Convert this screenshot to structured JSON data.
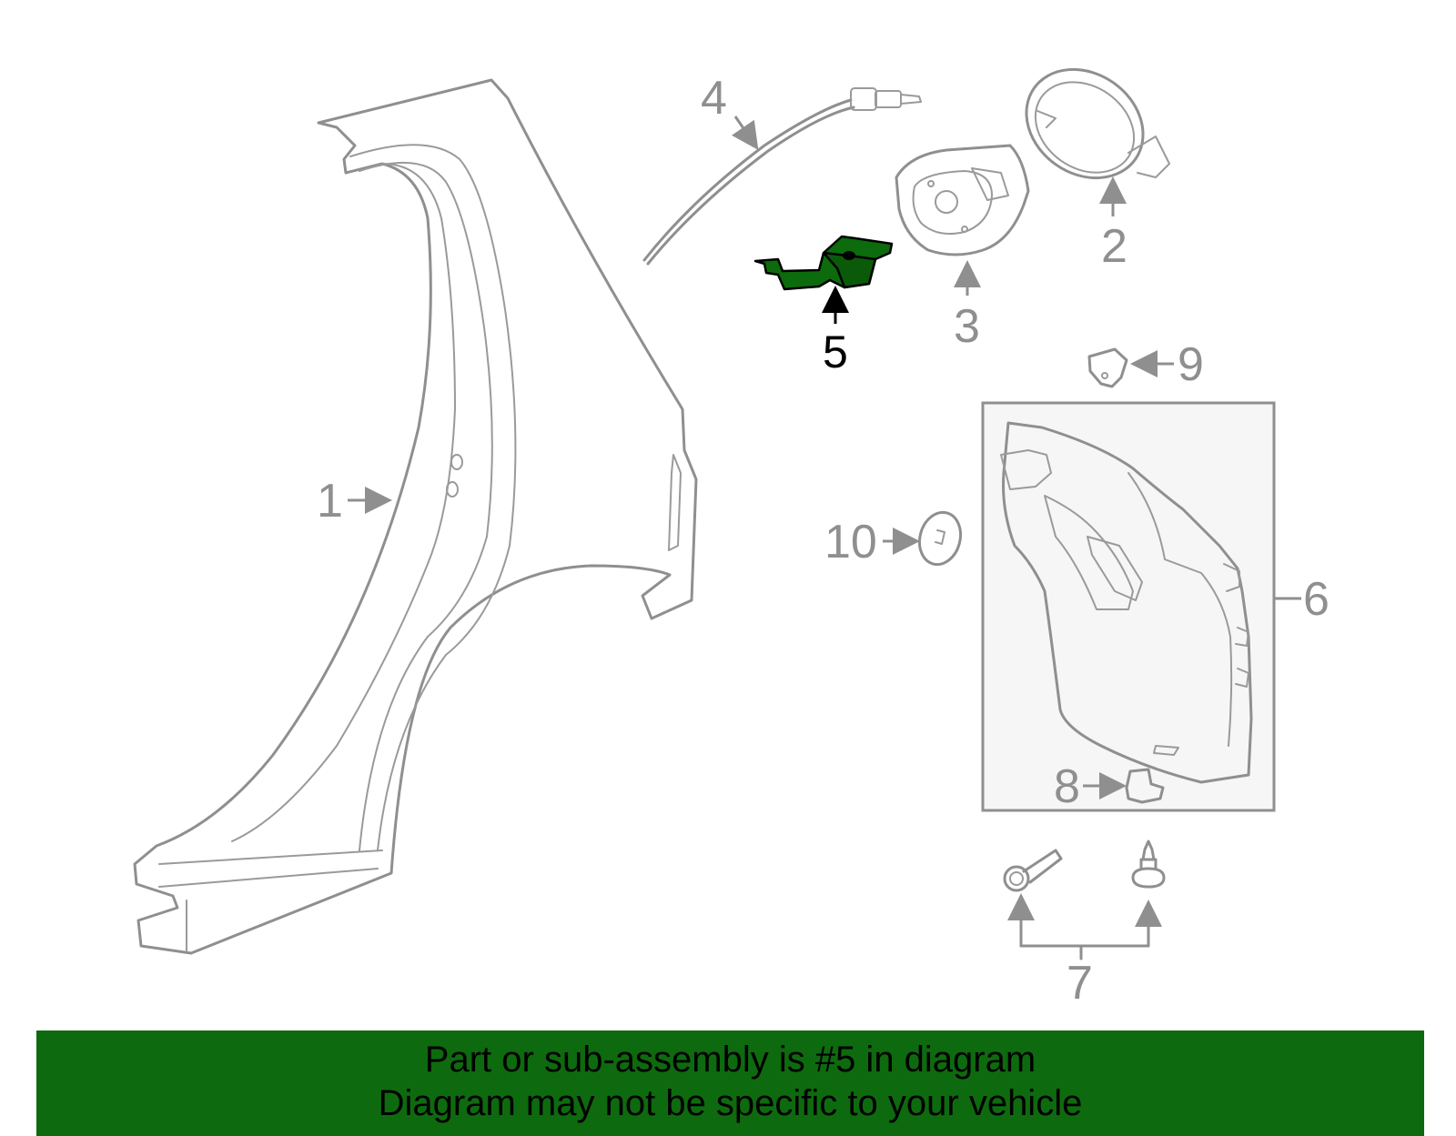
{
  "callouts": {
    "c1": "1",
    "c2": "2",
    "c3": "3",
    "c4": "4",
    "c5": "5",
    "c6": "6",
    "c7": "7",
    "c8": "8",
    "c9": "9",
    "c10": "10"
  },
  "highlight": {
    "part": "5",
    "color": "#0e6a0e"
  },
  "banner": {
    "line1": "Part or sub-assembly is #5 in diagram",
    "line2": "Diagram may not be specific to your vehicle"
  }
}
